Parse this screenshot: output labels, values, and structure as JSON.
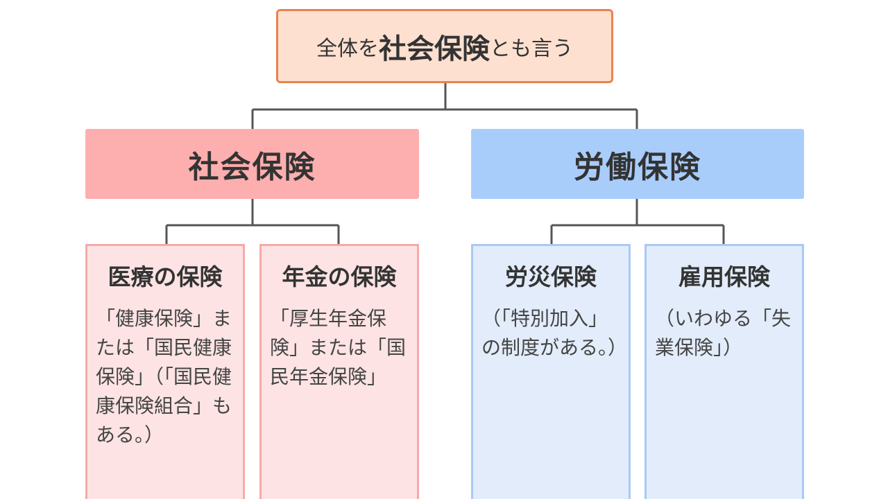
{
  "root": {
    "prefix": "全体を",
    "emphasis": "社会保険",
    "suffix": "とも言う"
  },
  "categories": [
    {
      "label": "社会保険",
      "color": "#fdaeae"
    },
    {
      "label": "労働保険",
      "color": "#a9cdfb"
    }
  ],
  "leaves": [
    {
      "title": "医療の保険",
      "description": "「健康保険」または「国民健康保険」（「国民健康保険組合」もある。）"
    },
    {
      "title": "年金の保険",
      "description": "「厚生年金保険」または「国民年金保険」"
    },
    {
      "title": "労災保険",
      "description": "（「特別加入」の制度がある。）"
    },
    {
      "title": "雇用保険",
      "description": "（いわゆる「失業保険」）"
    }
  ],
  "colors": {
    "root_fill": "#fde0d0",
    "root_border": "#e8834f",
    "social_leaf_fill": "#fde3e3",
    "labor_leaf_fill": "#e2ecfa",
    "connector": "#555555"
  }
}
